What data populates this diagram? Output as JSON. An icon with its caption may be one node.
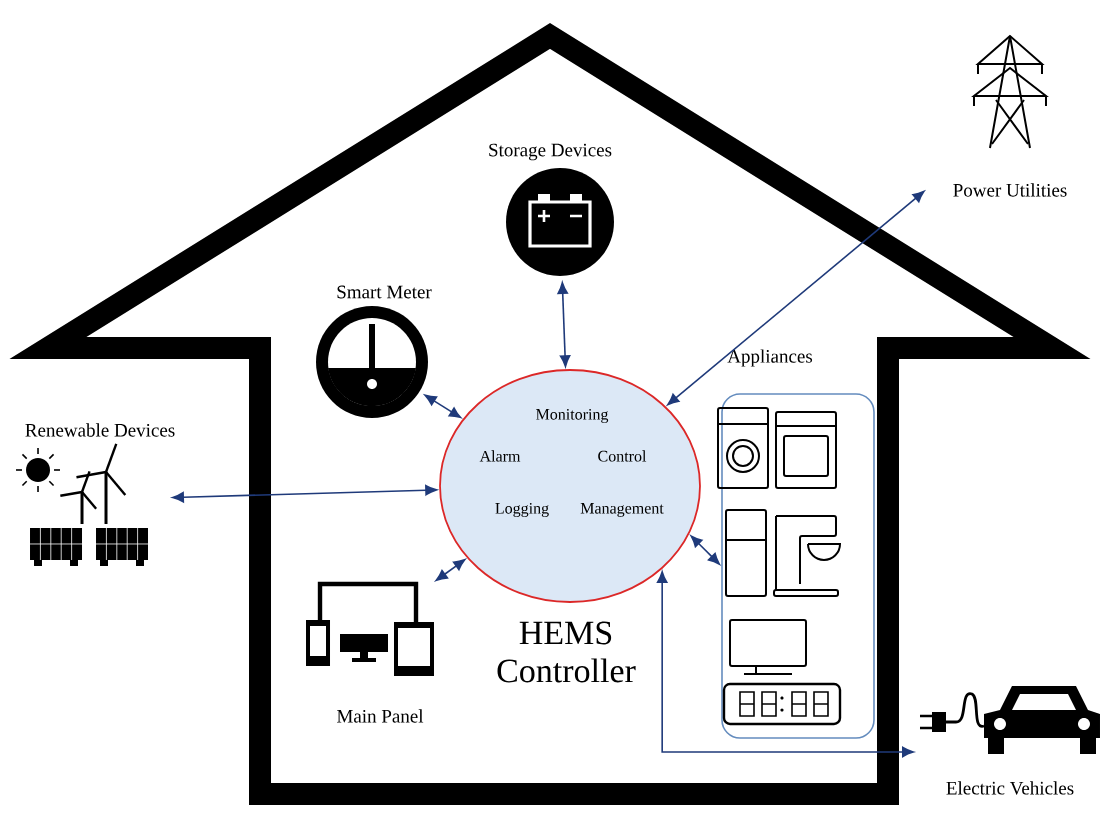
{
  "diagram": {
    "nodes": [
      {
        "text": [
          "Monitoring",
          "Alarm",
          "Control",
          "Logging",
          "Management"
        ],
        "beside": [
          "HEMS Controller"
        ]
      },
      {
        "text": [
          "Storage Devices"
        ]
      },
      {
        "text": [
          "Smart  Meter"
        ]
      },
      {
        "text": [
          "Appliances"
        ]
      },
      {
        "text": [
          "Power Utilities"
        ]
      },
      {
        "text": [
          "Renewable Devices"
        ]
      },
      {
        "text": [
          "Main Panel"
        ]
      },
      {
        "text": [
          "Electric Vehicles"
        ]
      }
    ],
    "edges": [
      {
        "from": 0,
        "to": 1,
        "arrow": "both"
      },
      {
        "from": 4,
        "to": 0,
        "arrow": "both"
      },
      {
        "from": 2,
        "to": 0,
        "arrow": "both"
      },
      {
        "from": 5,
        "to": 0,
        "arrow": "both"
      },
      {
        "from": 0,
        "to": 3,
        "arrow": "both"
      },
      {
        "from": 0,
        "to": 6,
        "arrow": "both"
      },
      {
        "from": 0,
        "to": 7,
        "arrow": "both"
      }
    ]
  }
}
